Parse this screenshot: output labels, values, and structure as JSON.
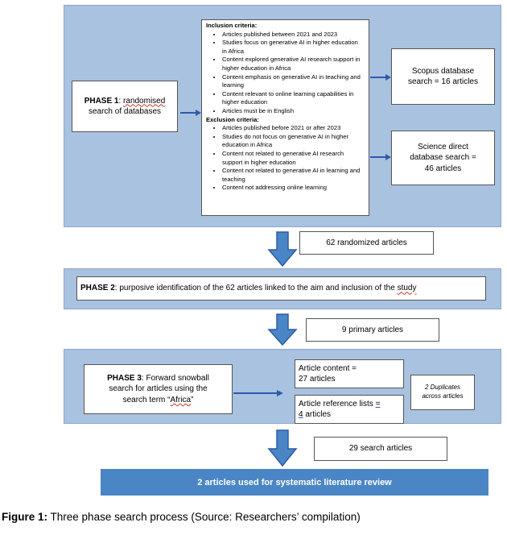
{
  "phase1": {
    "label": "PHASE 1",
    "text_part1": "randomised",
    "text_part2": "search of databases"
  },
  "criteria": {
    "inclusion_title": "Inclusion criteria:",
    "inclusion_items": [
      "Articles published between 2021 and 2023",
      "Studies focus on generative AI in higher education in Africa",
      "Content explored generative AI research support in higher education in Africa",
      "Content emphasis on generative AI in teaching and learning",
      "Content relevant to online learning capabilities in higher education",
      "Articles must be in English"
    ],
    "exclusion_title": "Exclusion criteria:",
    "exclusion_items": [
      "Articles published before 2021 or after 2023",
      "Studies do not focus on generative AI in higher education in Africa",
      "Content not related to generative AI research support in higher education",
      "Content not related to generative AI in learning and teaching",
      "Content not addressing online learning"
    ]
  },
  "scopus": {
    "line1": "Scopus database",
    "line2": "search = 16 articles"
  },
  "science_direct": {
    "line1": "Science direct",
    "line2": "database search =",
    "line3": "46 articles"
  },
  "randomized": {
    "text": "62 randomized articles"
  },
  "phase2": {
    "label": "PHASE 2",
    "text": "purposive identification of the 62 articles linked to the aim and inclusion of the",
    "text_end": "study"
  },
  "primary": {
    "text": "9 primary articles"
  },
  "phase3": {
    "label": "PHASE 3",
    "text_line1": "Forward snowball",
    "text_line2": "search for articles using the",
    "text_line3a": "search term “",
    "text_line3b": "Africa",
    "text_line3c": "”"
  },
  "article_content": {
    "line1": "Article content =",
    "line2": "27 articles"
  },
  "reference_lists": {
    "line1a": "Article reference lists ",
    "line1b": "=",
    "line2a": "4",
    "line2b": " articles"
  },
  "duplicates": {
    "line1": "2 Duplicates",
    "line2": "across articles"
  },
  "search_articles": {
    "text": "29 search articles"
  },
  "final": {
    "text": "2 articles used for systematic literature review"
  },
  "caption": {
    "label": "Figure 1:",
    "text": "Three phase search process (Source: Researchers’ compilation)"
  },
  "colors": {
    "panel": "#a9c2e0",
    "arrow": "#2e5aa8",
    "final_bar": "#4a86c5"
  }
}
